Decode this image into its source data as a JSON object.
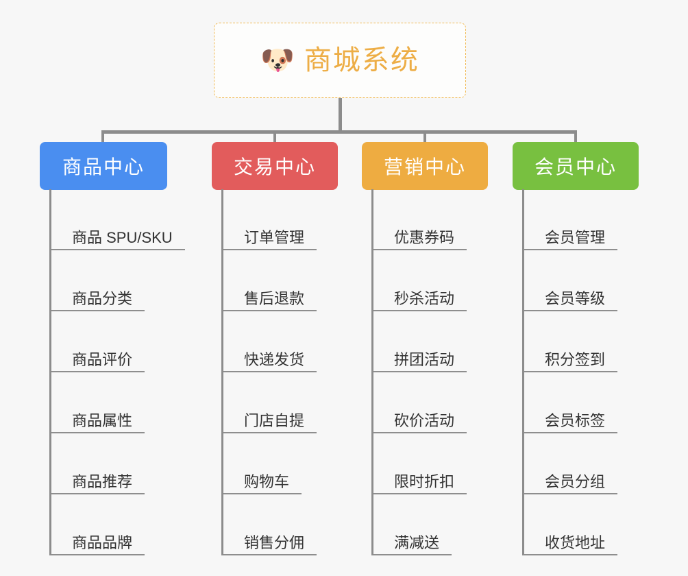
{
  "diagram": {
    "type": "mindmap",
    "background_color": "#f7f7f7",
    "connector_color": "#8c8c8c"
  },
  "root": {
    "icon": "dog-face-emoji",
    "emoji": "🐶",
    "title": "商城系统",
    "text_color": "#edad45",
    "border_color": "#f0b952",
    "background_color": "#fdfdfc"
  },
  "branches": [
    {
      "label": "商品中心",
      "color": "#4a8ef0",
      "items": [
        "商品 SPU/SKU",
        "商品分类",
        "商品评价",
        "商品属性",
        "商品推荐",
        "商品品牌"
      ]
    },
    {
      "label": "交易中心",
      "color": "#e25c5c",
      "items": [
        "订单管理",
        "售后退款",
        "快递发货",
        "门店自提",
        "购物车",
        "销售分佣"
      ]
    },
    {
      "label": "营销中心",
      "color": "#eeac41",
      "items": [
        "优惠券码",
        "秒杀活动",
        "拼团活动",
        "砍价活动",
        "限时折扣",
        "满减送"
      ]
    },
    {
      "label": "会员中心",
      "color": "#78c040",
      "items": [
        "会员管理",
        "会员等级",
        "积分签到",
        "会员标签",
        "会员分组",
        "收货地址"
      ]
    }
  ]
}
